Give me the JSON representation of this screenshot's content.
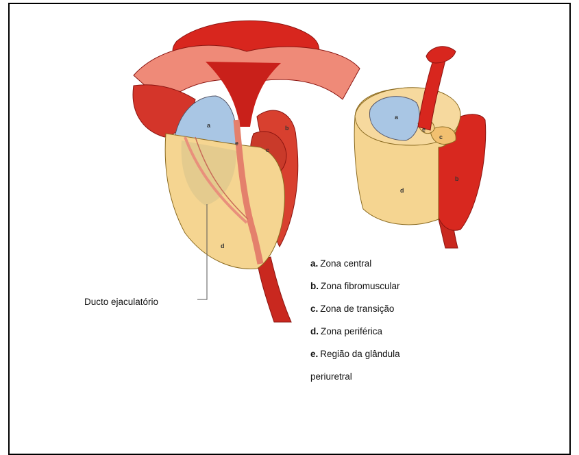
{
  "diagram": {
    "zone_letters": {
      "a": "a",
      "b": "b",
      "c": "c",
      "d": "d",
      "e": "e"
    },
    "duct_label": "Ducto ejaculatório",
    "legend": [
      {
        "letter": "a.",
        "text": "Zona central"
      },
      {
        "letter": "b.",
        "text": "Zona fibromuscular"
      },
      {
        "letter": "c.",
        "text": "Zona de transição"
      },
      {
        "letter": "d.",
        "text": "Zona periférica"
      },
      {
        "letter": "e.",
        "text": "Região da glândula"
      }
    ],
    "legend_continuation": "periuretral",
    "colors": {
      "bladder_red": "#d8261e",
      "dark_red": "#b01a14",
      "pink_tissue": "#ef8a78",
      "central_blue": "#a9c6e4",
      "peripheral_yellow": "#f5d591",
      "transition_orange": "#f7c070"
    }
  }
}
